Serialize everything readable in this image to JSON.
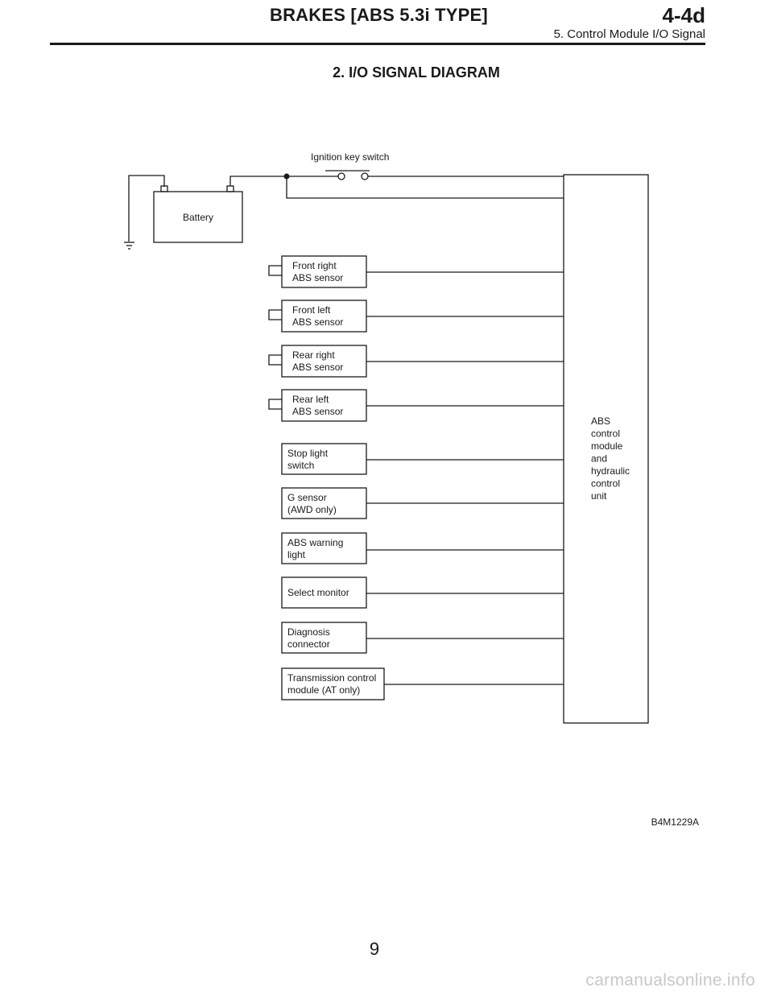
{
  "header": {
    "title": "BRAKES [ABS 5.3i TYPE]",
    "code": "4-4d",
    "subtitle": "5. Control Module I/O Signal"
  },
  "section_title": "2. I/O SIGNAL DIAGRAM",
  "diagram": {
    "ignition_label": "Ignition key switch",
    "battery_label": "Battery",
    "module_label_lines": [
      "ABS",
      "control",
      "module",
      "and",
      "hydraulic",
      "control",
      "unit"
    ],
    "sensors": [
      [
        "Front right",
        "ABS sensor"
      ],
      [
        "Front left",
        "ABS sensor"
      ],
      [
        "Rear right",
        "ABS sensor"
      ],
      [
        "Rear left",
        "ABS sensor"
      ]
    ],
    "components": [
      [
        "Stop light",
        "switch"
      ],
      [
        "G sensor",
        "(AWD only)"
      ],
      [
        "ABS warning",
        "light"
      ],
      [
        "Select monitor"
      ],
      [
        "Diagnosis",
        "connector"
      ],
      [
        "Transmission control",
        "module (AT only)"
      ]
    ]
  },
  "figure_code": "B4M1229A",
  "page_number": "9",
  "watermark": "carmanualsonline.info"
}
